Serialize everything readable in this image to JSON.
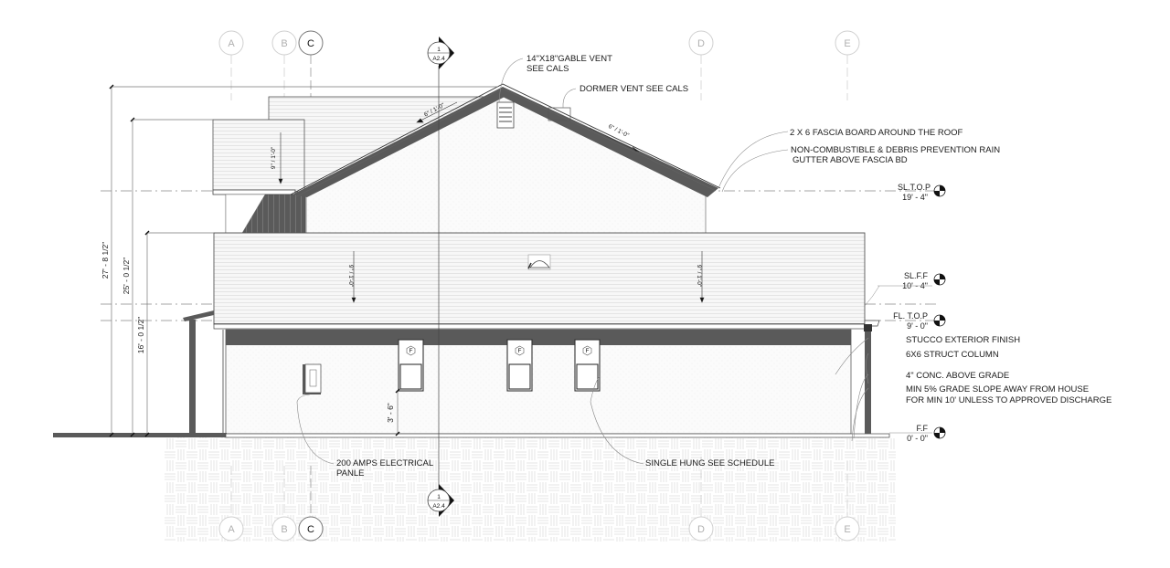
{
  "drawing": {
    "type": "exterior-elevation",
    "grid_lines": [
      {
        "label": "A",
        "emphasis": "light"
      },
      {
        "label": "B",
        "emphasis": "light"
      },
      {
        "label": "C",
        "emphasis": "dark"
      },
      {
        "label": "D",
        "emphasis": "light"
      },
      {
        "label": "E",
        "emphasis": "light"
      }
    ],
    "section_markers": [
      {
        "position": "top",
        "number": "1",
        "sheet": "A2.4"
      },
      {
        "position": "bottom",
        "number": "1",
        "sheet": "A2.4"
      }
    ],
    "levels": [
      {
        "name": "SL.T.O.P",
        "elevation": "19' - 4\""
      },
      {
        "name": "SL.F.F",
        "elevation": "10' - 4\""
      },
      {
        "name": "FL. T.O.P",
        "elevation": "9' - 0\""
      },
      {
        "name": "F.F",
        "elevation": "0' - 0\""
      }
    ],
    "dimensions": {
      "overall": "27' - 8 1/2\"",
      "upper": "25' - 0 1/2\"",
      "lower": "16' - 0 1/2\"",
      "sill": "3' - 6\""
    },
    "roof_slopes": {
      "gable_left": "6\" / 1'-0\"",
      "gable_right": "6\" / 1'-0\"",
      "upper_hip": "9\" / 1'-0\"",
      "lower_hip_left": "9\" / 1'-0\"",
      "lower_hip_right": "9\" / 1'-0\""
    },
    "annotations": {
      "gable_vent_line1": "14\"X18\"GABLE VENT",
      "gable_vent_line2": "SEE CALS",
      "dormer_vent": "DORMER VENT SEE CALS",
      "fascia": "2 X 6 FASCIA BOARD AROUND THE ROOF",
      "gutter_line1": "NON-COMBUSTIBLE & DEBRIS PREVENTION RAIN",
      "gutter_line2": "GUTTER ABOVE FASCIA BD",
      "stucco": "STUCCO EXTERIOR FINISH",
      "column": "6X6 STRUCT COLUMN",
      "concrete": "4\" CONC. ABOVE GRADE",
      "grade_line1": "MIN 5% GRADE SLOPE AWAY FROM HOUSE",
      "grade_line2": "FOR MIN 10' UNLESS TO APPROVED DISCHARGE",
      "panel_line1": "200 AMPS ELECTRICAL",
      "panel_line2": "PANLE",
      "window": "SINGLE HUNG SEE SCHEDULE"
    },
    "window_tags": [
      "F",
      "F",
      "F"
    ],
    "colors": {
      "line": "#333333",
      "fill_dark": "#5a5a5a",
      "grid_light": "#c8c8c8",
      "hatch": "#e6e6e6"
    }
  }
}
